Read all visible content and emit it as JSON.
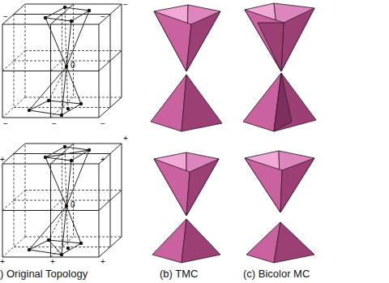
{
  "diagram": {
    "labels": [
      "−",
      "−",
      "−",
      "−",
      "−",
      "−",
      "0",
      "+",
      "+",
      "+",
      "+",
      "+",
      "+",
      "0",
      ") Original Topology",
      "(b) TMC",
      "(c) Bicolor MC"
    ]
  }
}
